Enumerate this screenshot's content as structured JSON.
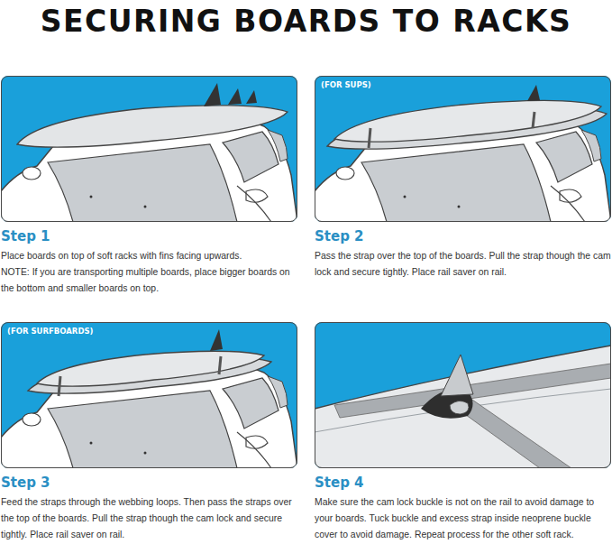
{
  "diagram": {
    "title": "SECURING BOARDS TO RACKS",
    "nodes": [
      {
        "text": [
          "Step 1",
          "Place boards on top of soft racks with fins facing upwards.",
          "NOTE: If you are transporting multiple boards, place bigger boards on the bottom and smaller boards on top."
        ]
      },
      {
        "text": [
          "(FOR SUPS)",
          "Step 2",
          "Pass the strap over the top of the boards. Pull the strap though the cam lock and secure tightly. Place rail saver on rail."
        ]
      },
      {
        "text": [
          "(FOR SURFBOARDS)",
          "Step 3",
          "Feed the straps through the webbing loops. Then pass the straps over the top of the boards. Pull the strap though the cam lock and secure tightly. Place rail saver on rail."
        ]
      },
      {
        "text": [
          "Step 4",
          "Make sure the cam lock buckle is not on the rail to avoid damage to your boards. Tuck buckle and excess strap inside neoprene buckle cover to avoid damage. Repeat process for the other soft rack."
        ]
      }
    ]
  }
}
